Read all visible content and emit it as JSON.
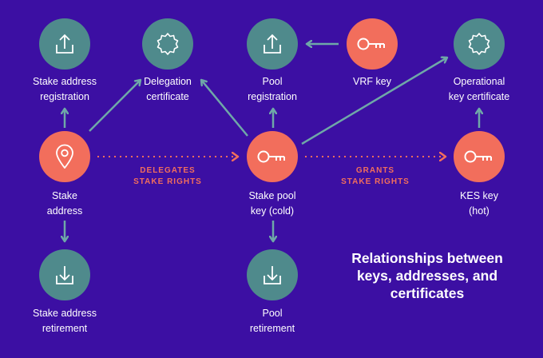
{
  "nodes": {
    "stake_address_registration": {
      "label_lines": [
        "Stake address",
        "registration"
      ],
      "icon": "upload-icon",
      "color": "#4f8a8c"
    },
    "delegation_certificate": {
      "label_lines": [
        "Delegation",
        "certificate"
      ],
      "icon": "certificate-badge-icon",
      "color": "#4f8a8c"
    },
    "pool_registration": {
      "label_lines": [
        "Pool",
        "registration"
      ],
      "icon": "upload-icon",
      "color": "#4f8a8c"
    },
    "vrf_key": {
      "label_lines": [
        "VRF key"
      ],
      "icon": "key-icon",
      "color": "#f26e5c"
    },
    "operational_key_certificate": {
      "label_lines": [
        "Operational",
        "key certificate"
      ],
      "icon": "certificate-badge-icon",
      "color": "#4f8a8c"
    },
    "stake_address": {
      "label_lines": [
        "Stake",
        "address"
      ],
      "icon": "location-pin-icon",
      "color": "#f26e5c"
    },
    "stake_pool_key": {
      "label_lines": [
        "Stake pool",
        "key (cold)"
      ],
      "icon": "key-icon",
      "color": "#f26e5c"
    },
    "kes_key": {
      "label_lines": [
        "KES key",
        "(hot)"
      ],
      "icon": "key-icon",
      "color": "#f26e5c"
    },
    "stake_address_retirement": {
      "label_lines": [
        "Stake address",
        "retirement"
      ],
      "icon": "download-icon",
      "color": "#4f8a8c"
    },
    "pool_retirement": {
      "label_lines": [
        "Pool",
        "retirement"
      ],
      "icon": "download-icon",
      "color": "#4f8a8c"
    }
  },
  "relations": {
    "delegates": [
      "DELEGATES",
      "STAKE RIGHTS"
    ],
    "grants": [
      "GRANTS",
      "STAKE RIGHTS"
    ]
  },
  "caption_lines": [
    "Relationships between",
    "keys, addresses, and",
    "certificates"
  ],
  "colors": {
    "background": "#3c0fa3",
    "arrow": "#6fa8a8",
    "dotted_arrow": "#f26e5c",
    "text": "#ffffff"
  }
}
